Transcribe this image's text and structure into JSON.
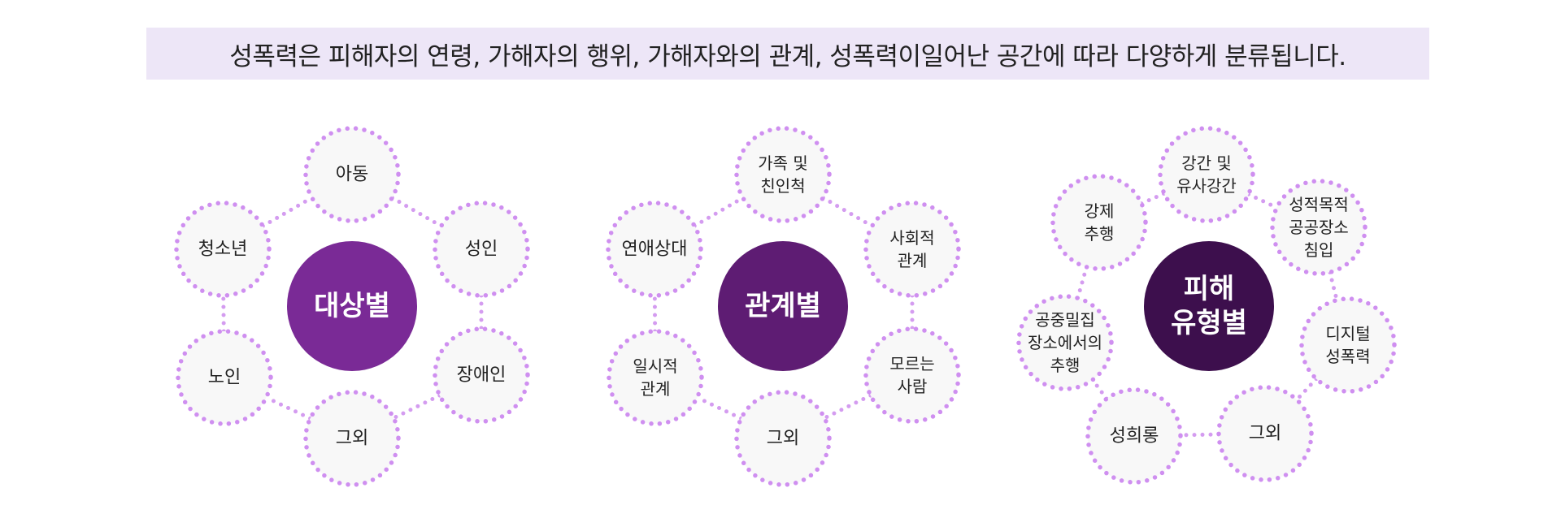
{
  "banner": "성폭력은 피해자의 연령, 가해자의 행위, 가해자와의 관계, 성폭력이일어난 공간에 따라 다양하게 분류됩니다.",
  "colors": {
    "banner_bg": "#ede6f7",
    "dot_border": "#cf8ff0",
    "node_fill": "#f8f8f8",
    "connector": "#d49cf0"
  },
  "clusters": [
    {
      "center": [
        "대상별"
      ],
      "center_color": "#7a2a96",
      "nodes": [
        [
          "아동"
        ],
        [
          "성인"
        ],
        [
          "장애인"
        ],
        [
          "그외"
        ],
        [
          "노인"
        ],
        [
          "청소년"
        ]
      ]
    },
    {
      "center": [
        "관계별"
      ],
      "center_color": "#5e1c73",
      "nodes": [
        [
          "가족 및",
          "친인척"
        ],
        [
          "사회적",
          "관계"
        ],
        [
          "모르는",
          "사람"
        ],
        [
          "그외"
        ],
        [
          "일시적",
          "관계"
        ],
        [
          "연애상대"
        ]
      ]
    },
    {
      "center": [
        "피해",
        "유형별"
      ],
      "center_color": "#3d0f4d",
      "nodes": [
        [
          "강간 및",
          "유사강간"
        ],
        [
          "성적목적",
          "공공장소",
          "침입"
        ],
        [
          "디지털",
          "성폭력"
        ],
        [
          "그외"
        ],
        [
          "성희롱"
        ],
        [
          "공중밀집",
          "장소에서의",
          "추행"
        ],
        [
          "강제",
          "추행"
        ]
      ]
    }
  ]
}
